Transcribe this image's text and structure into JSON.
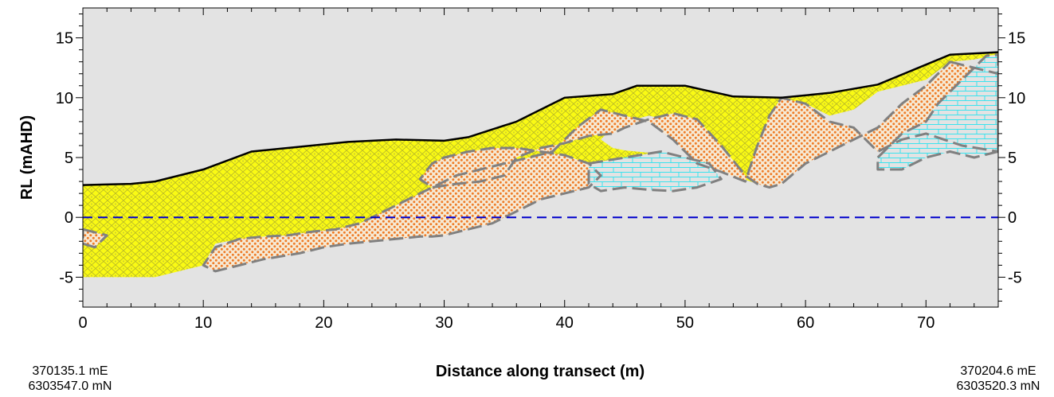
{
  "chart_data": {
    "type": "area",
    "title": "",
    "xlabel": "Distance along transect (m)",
    "ylabel": "RL (mAHD)",
    "xlim": [
      0,
      76
    ],
    "ylim": [
      -7.5,
      17.5
    ],
    "xticks": [
      0,
      10,
      20,
      30,
      40,
      50,
      60,
      70
    ],
    "yticks": [
      -5,
      0,
      5,
      10,
      15
    ],
    "grid": false,
    "reference_line": {
      "y": 0,
      "style": "dashed",
      "color": "#0000cc"
    },
    "colors": {
      "background": "#e3e3e3",
      "sand": "#fafa14",
      "sand_pattern": "#bdbd26",
      "gravel": "#f6ead5",
      "gravel_dots": "#ef7c28",
      "limestone": "#e3e3e3",
      "limestone_lines": "#3ae3ee",
      "boundary": "#808080",
      "surface": "#000000"
    },
    "ground_surface": {
      "x": [
        0,
        4,
        6,
        10,
        14,
        18,
        22,
        26,
        30,
        32,
        36,
        40,
        44,
        46,
        50,
        54,
        58,
        62,
        66,
        72,
        76
      ],
      "y": [
        2.7,
        2.8,
        3.0,
        4.0,
        5.5,
        5.9,
        6.3,
        6.5,
        6.4,
        6.7,
        8.0,
        10.0,
        10.3,
        11.0,
        11.0,
        10.1,
        10.0,
        10.4,
        11.1,
        13.6,
        13.8
      ]
    },
    "units": [
      {
        "name": "sand",
        "x": [
          0,
          4,
          6,
          10,
          14,
          18,
          22,
          26,
          30,
          32,
          36,
          40,
          44,
          46,
          50,
          54,
          58,
          62,
          66,
          72,
          76,
          76,
          74,
          72,
          70,
          68,
          66,
          64,
          62,
          60,
          58,
          57,
          56,
          54,
          53,
          52,
          50,
          47,
          45,
          44,
          43,
          44,
          45,
          47,
          48,
          47,
          45,
          42,
          40,
          38,
          36,
          34,
          32,
          30,
          28,
          26,
          24,
          22,
          20,
          18,
          16,
          14,
          12,
          11,
          10,
          8,
          6,
          4,
          2,
          0
        ],
        "y": [
          2.7,
          2.8,
          3.0,
          4.0,
          5.5,
          5.9,
          6.3,
          6.5,
          6.4,
          6.7,
          8.0,
          10.0,
          10.3,
          11.0,
          11.0,
          10.1,
          10.0,
          10.4,
          11.1,
          13.6,
          13.8,
          13.6,
          13.2,
          13.0,
          11.5,
          11.0,
          10.5,
          9.0,
          8.5,
          9.5,
          7.0,
          4.5,
          2.8,
          3.5,
          5.0,
          6.5,
          7.8,
          8.5,
          8.0,
          7.5,
          6.5,
          5.8,
          5.6,
          5.4,
          5.0,
          4.5,
          4.0,
          3.3,
          2.3,
          2.2,
          1.5,
          1.0,
          0.5,
          0.0,
          -1.0,
          -1.5,
          -2.0,
          -2.0,
          -1.8,
          -1.6,
          -1.7,
          -1.8,
          -2.0,
          -2.2,
          -4.0,
          -4.5,
          -5.0,
          -5.0,
          -5.0,
          -5.0
        ]
      },
      {
        "name": "gravel",
        "x": [
          0,
          2,
          1,
          0
        ],
        "y": [
          -1.0,
          -1.5,
          -2.5,
          -2.2
        ]
      },
      {
        "name": "gravel",
        "x": [
          72,
          74,
          76,
          76,
          73,
          70,
          68,
          66,
          65,
          64,
          62,
          60,
          58,
          57,
          56,
          55,
          53,
          51,
          49,
          47,
          45,
          43,
          41,
          39,
          37,
          35,
          33,
          31,
          29,
          27,
          25,
          23,
          21,
          19,
          17,
          15,
          13,
          11,
          10,
          11,
          13,
          15,
          18,
          20,
          22,
          24,
          26,
          28,
          29,
          30,
          32,
          34,
          36,
          38,
          40,
          42,
          43,
          42,
          40,
          38,
          36,
          34,
          32,
          30,
          29,
          28,
          29,
          31,
          33,
          35,
          36,
          38,
          40,
          42,
          44,
          45,
          47,
          49,
          51,
          53,
          55,
          56,
          57,
          58,
          60,
          62,
          64,
          66,
          68,
          70,
          72
        ],
        "y": [
          13.0,
          12.5,
          12.0,
          5.5,
          6.0,
          7.0,
          6.5,
          5.5,
          6.5,
          7.5,
          8.0,
          9.5,
          10.0,
          8.5,
          6.0,
          3.0,
          3.8,
          4.5,
          6.5,
          8.0,
          8.5,
          9.0,
          7.5,
          5.5,
          5.0,
          4.5,
          4.0,
          3.5,
          2.5,
          1.5,
          0.5,
          -0.5,
          -1.0,
          -1.2,
          -1.5,
          -1.6,
          -1.8,
          -2.5,
          -4.0,
          -4.5,
          -4.0,
          -3.5,
          -3.0,
          -2.5,
          -2.2,
          -2.0,
          -1.8,
          -1.6,
          -1.6,
          -1.5,
          -1.0,
          -0.5,
          0.5,
          1.5,
          2.0,
          2.5,
          3.5,
          4.5,
          5.2,
          5.5,
          5.8,
          5.8,
          5.5,
          5.0,
          4.5,
          3.2,
          2.5,
          2.8,
          3.0,
          3.5,
          5.0,
          5.8,
          6.2,
          6.8,
          7.0,
          7.5,
          8.2,
          8.7,
          8.2,
          6.0,
          3.5,
          2.8,
          2.5,
          2.8,
          4.5,
          5.5,
          6.5,
          7.5,
          9.5,
          11.0,
          13.0
        ]
      },
      {
        "name": "limestone",
        "x": [
          42,
          45,
          48,
          50,
          52,
          53,
          51,
          49,
          47,
          45,
          43,
          42
        ],
        "y": [
          4.5,
          5.0,
          5.5,
          5.0,
          4.5,
          3.2,
          2.5,
          2.2,
          2.3,
          2.5,
          2.2,
          2.8
        ]
      },
      {
        "name": "limestone",
        "x": [
          66,
          68,
          70,
          71,
          72,
          73,
          74,
          75,
          76,
          76,
          74,
          72,
          70,
          68,
          66
        ],
        "y": [
          5.0,
          7.0,
          8.0,
          9.5,
          10.5,
          11.5,
          12.5,
          13.5,
          13.6,
          5.5,
          5.0,
          5.5,
          5.0,
          4.0,
          4.0
        ]
      }
    ],
    "corner_labels": {
      "left_east": "370135.1 mE",
      "left_north": "6303547.0 mN",
      "right_east": "370204.6 mE",
      "right_north": "6303520.3 mN"
    }
  }
}
